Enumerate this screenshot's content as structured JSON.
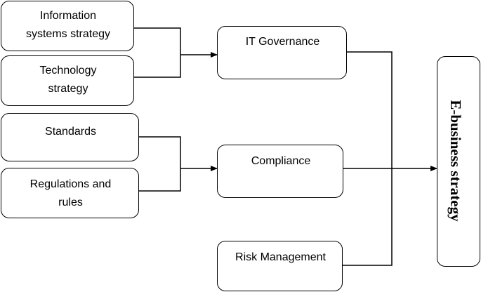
{
  "nodes": {
    "info_systems": "Information\nsystems strategy",
    "technology": "Technology\nstrategy",
    "standards": "Standards",
    "regulations": "Regulations and\nrules",
    "it_governance": "IT Governance",
    "compliance": "Compliance",
    "risk_management": "Risk Management",
    "ebusiness": "E-business strategy"
  }
}
